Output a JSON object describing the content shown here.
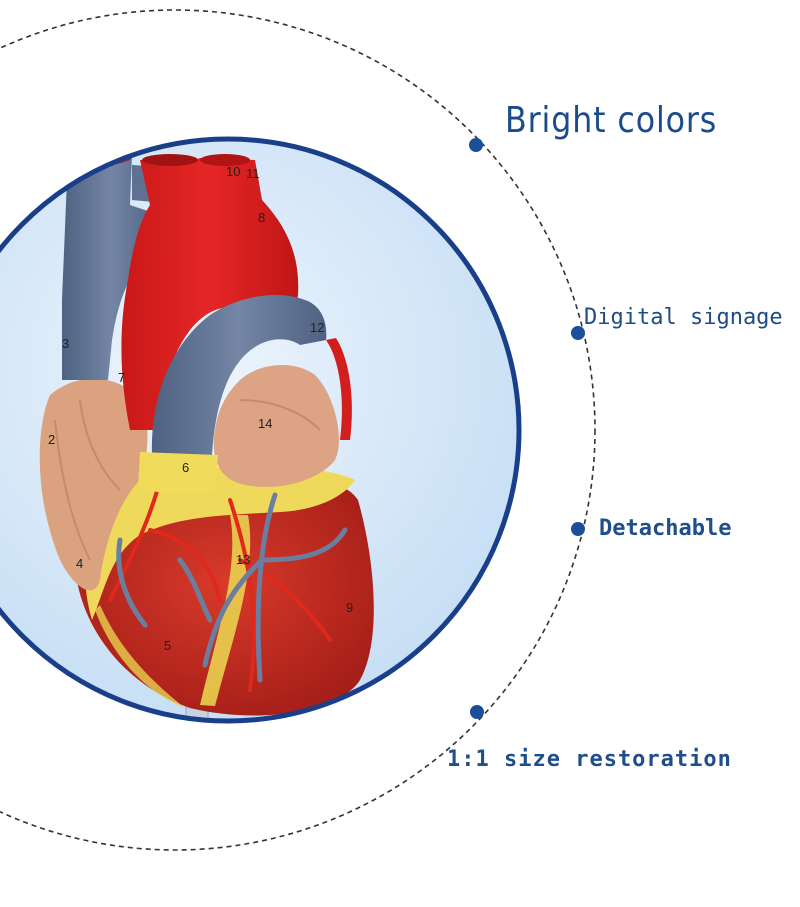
{
  "features": [
    {
      "label": "Bright colors"
    },
    {
      "label": "Digital signage"
    },
    {
      "label": "Detachable"
    },
    {
      "label": "1:1 size restoration"
    }
  ],
  "model_numbers": [
    "10",
    "11",
    "8",
    "3",
    "7",
    "12",
    "2",
    "14",
    "6",
    "13",
    "4",
    "5",
    "9"
  ],
  "colors": {
    "label_blue": "#1f4e8c",
    "ring_blue": "#1a3f8a",
    "dot_blue": "#1b4f9a",
    "dashed_line": "#333333",
    "backdrop_light": "#e6f1fc",
    "backdrop_dark": "#c3dcf4",
    "vessel_red": "#d41e1e",
    "vein_blue": "#5b6d8e",
    "atrium_tan": "#dba280",
    "fat_yellow": "#f0dc5a"
  },
  "icons": [
    "bullet-dot-icon"
  ]
}
